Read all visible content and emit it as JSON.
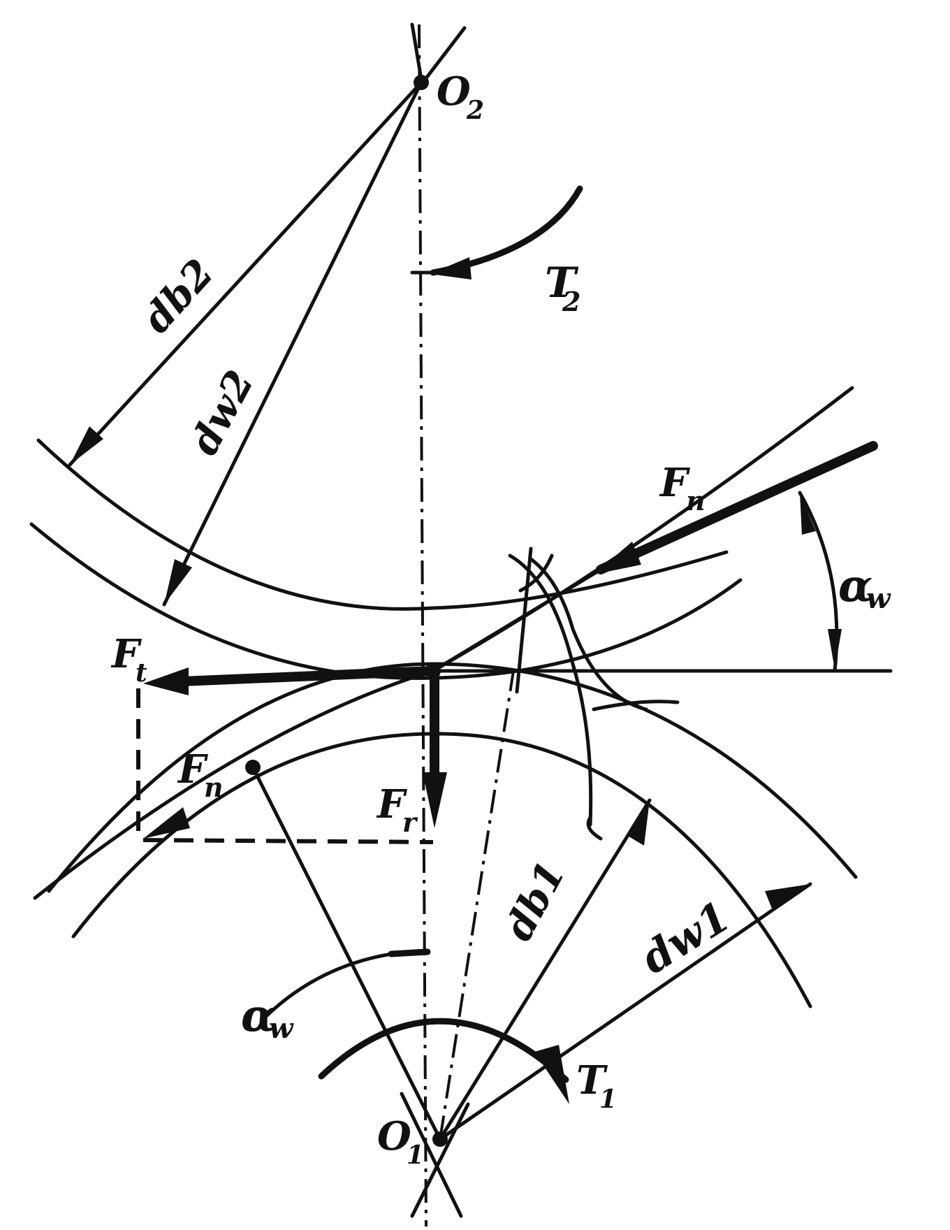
{
  "labels": {
    "o2": "O",
    "o2_sub": "2",
    "o1": "O",
    "o1_sub": "1",
    "t2": "T",
    "t2_sub": "2",
    "t1": "T",
    "t1_sub": "1",
    "fn_top": "F",
    "fn_top_sub": "n",
    "fn_bottom": "F",
    "fn_bottom_sub": "n",
    "ft": "F",
    "ft_sub": "t",
    "fr": "F",
    "fr_sub": "r",
    "alpha_top": "α",
    "alpha_top_sub": "w",
    "alpha_bottom": "α",
    "alpha_bottom_sub": "w",
    "db2": "db2",
    "dw2": "dw2",
    "db1": "db1",
    "dw1": "dw1"
  }
}
